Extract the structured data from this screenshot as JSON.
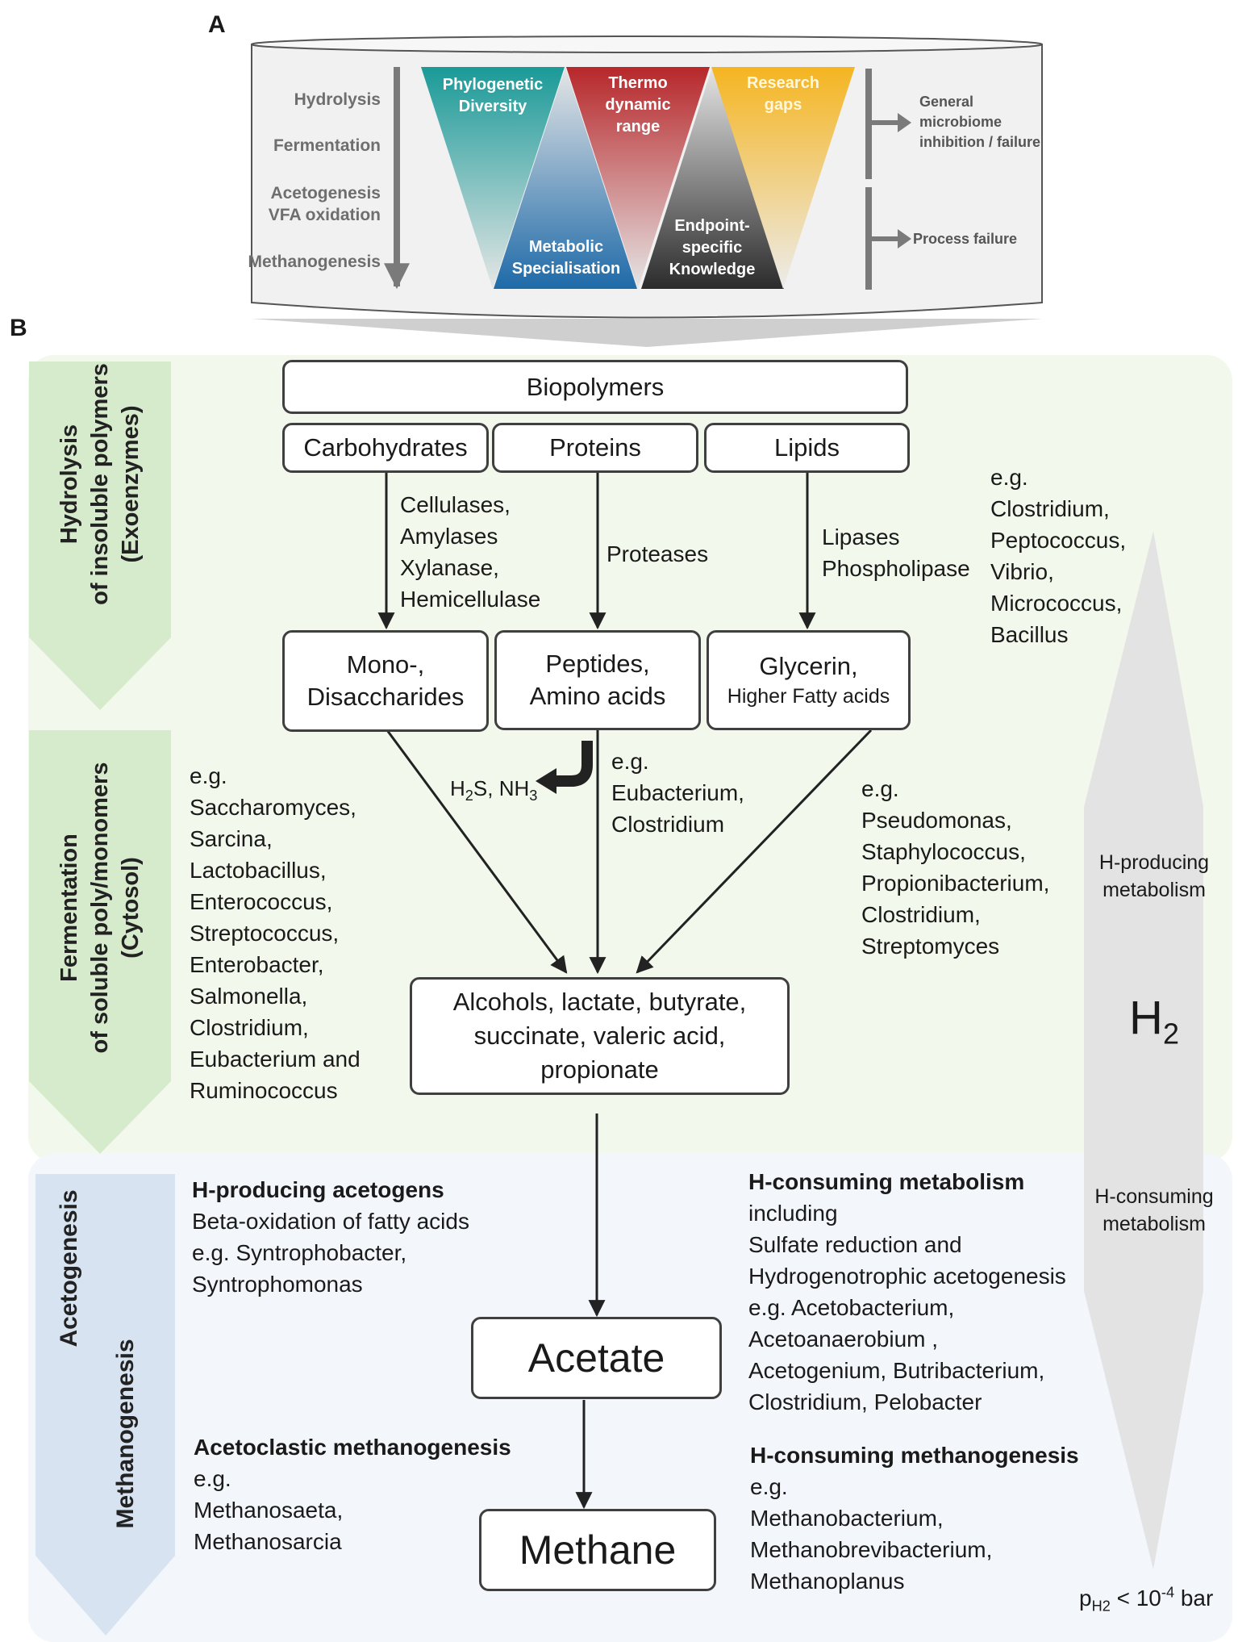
{
  "panel_a": {
    "letter": "A",
    "stages": [
      "Hydrolysis",
      "Fermentation",
      "Acetogenesis VFA oxidation",
      "Methanogenesis"
    ],
    "stage_line_1": "Hydrolysis",
    "stage_line_2": "Fermentation",
    "stage_line_3a": "Acetogenesis",
    "stage_line_3b": "VFA oxidation",
    "stage_line_4": "Methanogenesis",
    "triangles": {
      "phylogenetic_diversity": [
        "Phylogenetic",
        "Diversity"
      ],
      "metabolic_specialisation": [
        "Metabolic",
        "Specialisation"
      ],
      "thermodynamic_range": [
        "Thermo",
        "dynamic",
        "range"
      ],
      "endpoint_specific_knowledge": [
        "Endpoint-",
        "specific",
        "Knowledge"
      ],
      "research_gaps": [
        "Research",
        "gaps"
      ]
    },
    "outcomes": {
      "general_failure": [
        "General",
        "microbiome",
        "inhibition / failure"
      ],
      "process_failure": "Process failure"
    },
    "colors": {
      "teal": "#1a9a98",
      "blue": "#1e6aa8",
      "red": "#b7272a",
      "dark": "#2b2b2b",
      "amber": "#f5b521"
    }
  },
  "panel_b": {
    "letter": "B",
    "phase_labels": {
      "hydrolysis": [
        "Hydrolysis",
        "of insoluble polymers",
        "(Exoenzymes)"
      ],
      "fermentation": [
        "Fermentation",
        "of soluble poly/monomers",
        "(Cytosol)"
      ],
      "acetogenesis": "Acetogenesis",
      "methanogenesis": "Methanogenesis"
    },
    "boxes": {
      "biopolymers": "Biopolymers",
      "carbohydrates": "Carbohydrates",
      "proteins": "Proteins",
      "lipids": "Lipids",
      "mono_disaccharides": [
        "Mono-,",
        "Disaccharides"
      ],
      "peptides": [
        "Peptides,",
        "Amino acids"
      ],
      "glycerin": [
        "Glycerin,",
        "Higher Fatty acids"
      ],
      "alcohols": [
        "Alcohols, lactate, butyrate,",
        "succinate, valeric acid,",
        "propionate"
      ],
      "acetate": "Acetate",
      "methane": "Methane"
    },
    "enzymes": {
      "carbohydrates": [
        "Cellulases,",
        "Amylases",
        "Xylanase,",
        "Hemicellulase"
      ],
      "proteins": "Proteases",
      "lipids": [
        "Lipases",
        "Phospholipase"
      ]
    },
    "hydrolysis_organisms": [
      "e.g.",
      "Clostridium,",
      "Peptococcus,",
      "Vibrio,",
      "Micrococcus,",
      "Bacillus"
    ],
    "h2s_nh3": "H2S, NH3",
    "fermentation_left_organisms": [
      "e.g.",
      "Saccharomyces,",
      "Sarcina,",
      "Lactobacillus,",
      "Enterococcus,",
      "Streptococcus,",
      "Enterobacter,",
      "Salmonella,",
      "Clostridium,",
      "Eubacterium and",
      "Ruminococcus"
    ],
    "fermentation_mid_organisms": [
      "e.g.",
      "Eubacterium,",
      "Clostridium"
    ],
    "fermentation_right_organisms": [
      "e.g.",
      "Pseudomonas,",
      "Staphylococcus,",
      "Propionibacterium,",
      "Clostridium,",
      "Streptomyces"
    ],
    "acetogens": {
      "title": "H-producing acetogens",
      "lines": [
        "Beta-oxidation of fatty acids",
        "e.g. Syntrophobacter,",
        "Syntrophomonas"
      ]
    },
    "h_consuming_metabolism": {
      "title": "H-consuming metabolism",
      "lines": [
        "including",
        "Sulfate reduction and",
        "Hydrogenotrophic acetogenesis",
        "e.g. Acetobacterium,",
        "Acetoanaerobium ,",
        "Acetogenium, Butribacterium,",
        "Clostridium, Pelobacter"
      ]
    },
    "acetoclastic": {
      "title": "Acetoclastic methanogenesis",
      "lines": [
        "e.g.",
        "Methanosaeta,",
        "Methanosarcia"
      ]
    },
    "h_consuming_methanogenesis": {
      "title": "H-consuming methanogenesis",
      "lines": [
        "e.g.",
        "Methanobacterium,",
        "Methanobrevibacterium,",
        "Methanoplanus"
      ]
    },
    "h2_gauge": {
      "producing": [
        "H-producing",
        "metabolism"
      ],
      "center": "H2",
      "consuming": [
        "H-consuming",
        "metabolism"
      ],
      "pressure": "pH2 < 10-4 bar"
    },
    "colors": {
      "green_bg": "#f2f8ec",
      "green_arrow": "#d6ebcb",
      "blue_bg": "#f3f6fa",
      "blue_arrow": "#d7e3f0",
      "gauge": "#e3e3e3"
    }
  }
}
